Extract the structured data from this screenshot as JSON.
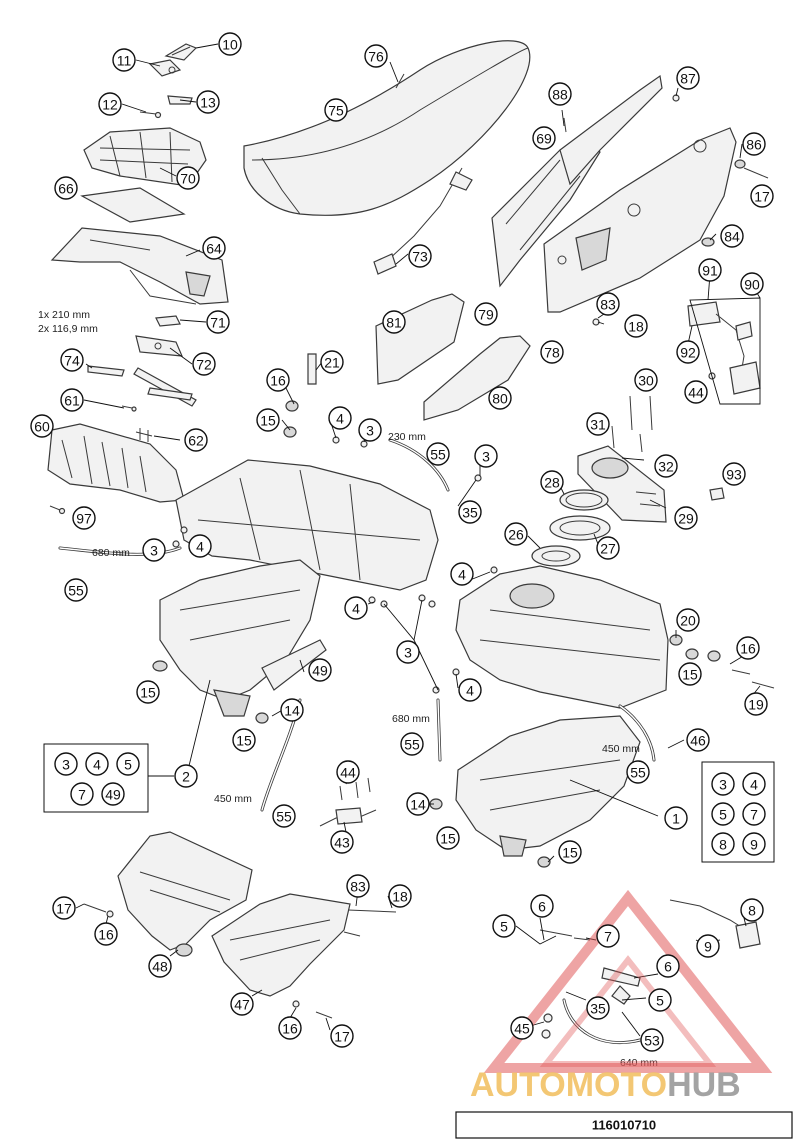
{
  "drawing_code": "116010710",
  "watermark": {
    "text_a": "AUTOMOTO",
    "text_b": "HUB",
    "color_a": "#f2c266",
    "color_b": "#9a9a9a",
    "triangle_color": "#e05a5a"
  },
  "dimensions": {
    "d1": "1x 210 mm",
    "d2": "2x 116,9 mm",
    "d3": "230 mm",
    "d4": "680 mm",
    "d5": "680 mm",
    "d6": "450 mm",
    "d7": "450 mm",
    "d8": "640 mm"
  },
  "callouts": [
    {
      "label": "10"
    },
    {
      "label": "11"
    },
    {
      "label": "12"
    },
    {
      "label": "13"
    },
    {
      "label": "66"
    },
    {
      "label": "70"
    },
    {
      "label": "64"
    },
    {
      "label": "71"
    },
    {
      "label": "72"
    },
    {
      "label": "74"
    },
    {
      "label": "61"
    },
    {
      "label": "62"
    },
    {
      "label": "60"
    },
    {
      "label": "97"
    },
    {
      "label": "3"
    },
    {
      "label": "4"
    },
    {
      "label": "55"
    },
    {
      "label": "76"
    },
    {
      "label": "75"
    },
    {
      "label": "73"
    },
    {
      "label": "21"
    },
    {
      "label": "16"
    },
    {
      "label": "15"
    },
    {
      "label": "4"
    },
    {
      "label": "3"
    },
    {
      "label": "55"
    },
    {
      "label": "35"
    },
    {
      "label": "3"
    },
    {
      "label": "88"
    },
    {
      "label": "69"
    },
    {
      "label": "87"
    },
    {
      "label": "86"
    },
    {
      "label": "17"
    },
    {
      "label": "84"
    },
    {
      "label": "81"
    },
    {
      "label": "79"
    },
    {
      "label": "83"
    },
    {
      "label": "18"
    },
    {
      "label": "78"
    },
    {
      "label": "80"
    },
    {
      "label": "91"
    },
    {
      "label": "90"
    },
    {
      "label": "92"
    },
    {
      "label": "44"
    },
    {
      "label": "30"
    },
    {
      "label": "31"
    },
    {
      "label": "32"
    },
    {
      "label": "93"
    },
    {
      "label": "28"
    },
    {
      "label": "29"
    },
    {
      "label": "26"
    },
    {
      "label": "27"
    },
    {
      "label": "4"
    },
    {
      "label": "4"
    },
    {
      "label": "3"
    },
    {
      "label": "4"
    },
    {
      "label": "20"
    },
    {
      "label": "16"
    },
    {
      "label": "15"
    },
    {
      "label": "19"
    },
    {
      "label": "15"
    },
    {
      "label": "49"
    },
    {
      "label": "14"
    },
    {
      "label": "15"
    },
    {
      "label": "55"
    },
    {
      "label": "46"
    },
    {
      "label": "55"
    },
    {
      "label": "2"
    },
    {
      "label": "44"
    },
    {
      "label": "43"
    },
    {
      "label": "55"
    },
    {
      "label": "14"
    },
    {
      "label": "15"
    },
    {
      "label": "1"
    },
    {
      "label": "15"
    },
    {
      "label": "17"
    },
    {
      "label": "16"
    },
    {
      "label": "48"
    },
    {
      "label": "83"
    },
    {
      "label": "18"
    },
    {
      "label": "47"
    },
    {
      "label": "16"
    },
    {
      "label": "17"
    },
    {
      "label": "5"
    },
    {
      "label": "6"
    },
    {
      "label": "7"
    },
    {
      "label": "8"
    },
    {
      "label": "9"
    },
    {
      "label": "6"
    },
    {
      "label": "5"
    },
    {
      "label": "35"
    },
    {
      "label": "45"
    },
    {
      "label": "53"
    }
  ],
  "group_2": {
    "items": [
      "3",
      "4",
      "5",
      "7",
      "49"
    ]
  },
  "group_1": {
    "items": [
      "3",
      "4",
      "5",
      "7",
      "8",
      "9"
    ]
  }
}
